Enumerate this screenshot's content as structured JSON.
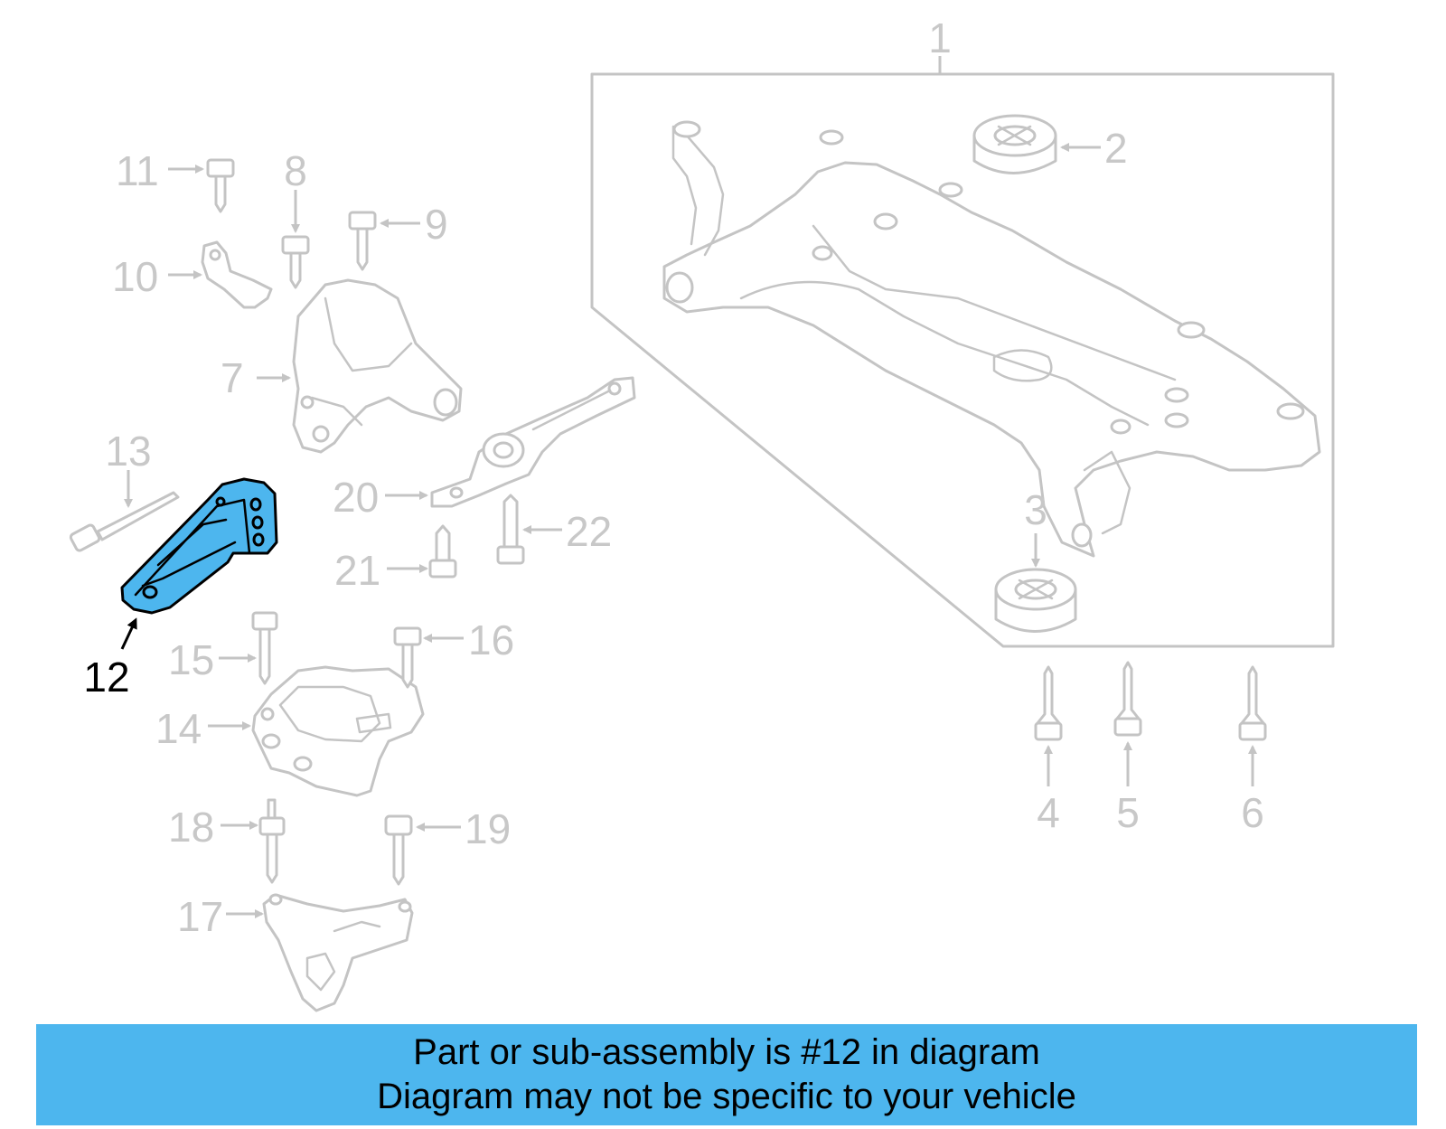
{
  "diagram": {
    "labels": {
      "p1": "1",
      "p2": "2",
      "p3": "3",
      "p4": "4",
      "p5": "5",
      "p6": "6",
      "p7": "7",
      "p8": "8",
      "p9": "9",
      "p10": "10",
      "p11": "11",
      "p12": "12",
      "p13": "13",
      "p14": "14",
      "p15": "15",
      "p16": "16",
      "p17": "17",
      "p18": "18",
      "p19": "19",
      "p20": "20",
      "p21": "21",
      "p22": "22"
    },
    "highlighted_part": "12",
    "colors": {
      "highlight": "#4db6ee",
      "parts": "#c4c4c4",
      "banner": "#4db6ee"
    }
  },
  "banner": {
    "line1": "Part or sub-assembly is #12 in diagram",
    "line2": "Diagram may not be specific to your vehicle"
  }
}
